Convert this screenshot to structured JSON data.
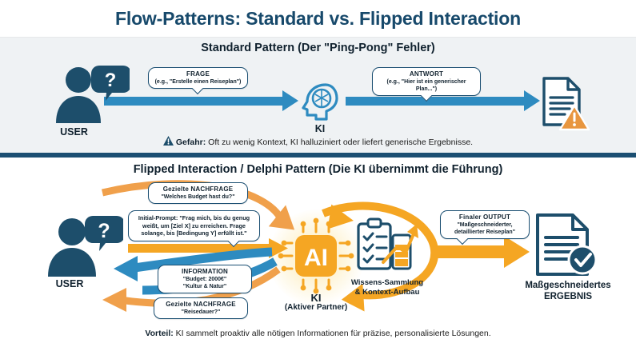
{
  "header": {
    "title": "Flow-Patterns: Standard vs. Flipped Interaction"
  },
  "standard": {
    "section_title": "Standard Pattern (Der \"Ping-Pong\" Fehler)",
    "user_label": "USER",
    "user_icon": "user-with-question-bubble-icon",
    "ai_label": "KI",
    "ai_icon": "head-with-brain-icon",
    "result_icon": "document-with-warning-icon",
    "callout_question": {
      "header": "FRAGE",
      "sub": "(e.g., \"Erstelle einen Reiseplan\")"
    },
    "callout_answer": {
      "header": "ANTWORT",
      "sub": "(e.g., \"Hier ist ein generischer Plan...\")"
    },
    "note_label": "Gefahr:",
    "note_text": "Oft zu wenig Kontext, KI halluziniert oder liefert generische Ergebnisse.",
    "note_icon": "warning-triangle-icon"
  },
  "flipped": {
    "section_title": "Flipped Interaction / Delphi Pattern (Die KI übernimmt die Führung)",
    "user_label": "USER",
    "user_icon": "user-with-question-bubble-icon",
    "ai_label": "KI",
    "ai_sublabel": "(Aktiver Partner)",
    "ai_chip_text": "AI",
    "ai_icon": "ai-chip-icon",
    "knowledge_icon": "clipboard-checklist-chart-icon",
    "knowledge_label_line1": "Wissens-Sammlung",
    "knowledge_label_line2": "& Kontext-Aufbau",
    "result_icon": "document-with-check-icon",
    "result_label_line1": "Maßgeschneidertes",
    "result_label_line2": "ERGEBNIS",
    "callout_followup_1": {
      "header": "Gezielte NACHFRAGE",
      "sub": "\"Welches Budget hast du?\""
    },
    "callout_initial_prompt": {
      "label": "Initial-Prompt:",
      "text": "\"Frag mich, bis du genug weißt, um [Ziel X] zu erreichen. Frage solange, bis [Bedingung Y] erfüllt ist.\""
    },
    "callout_information": {
      "header": "INFORMATION",
      "line1": "\"Budget: 2000€\"",
      "line2": "\"Kultur & Natur\""
    },
    "callout_followup_2": {
      "header": "Gezielte NACHFRAGE",
      "sub": "\"Reisedauer?\""
    },
    "callout_output": {
      "header": "Finaler OUTPUT",
      "line1": "\"Maßgeschneiderter,",
      "line2": "detaillierter Reiseplan\""
    },
    "note_label": "Vorteil:",
    "note_text": "KI sammelt proaktiv alle nötigen Informationen für präzise, personalisierte Lösungen."
  },
  "colors": {
    "title_blue": "#17496b",
    "dark_navy": "#1b4f72",
    "icon_navy": "#1d4e6b",
    "arrow_blue": "#2e8bc0",
    "accent_orange": "#f0a04b",
    "accent_amber": "#f5a623",
    "panel_bg": "#eff2f4"
  }
}
